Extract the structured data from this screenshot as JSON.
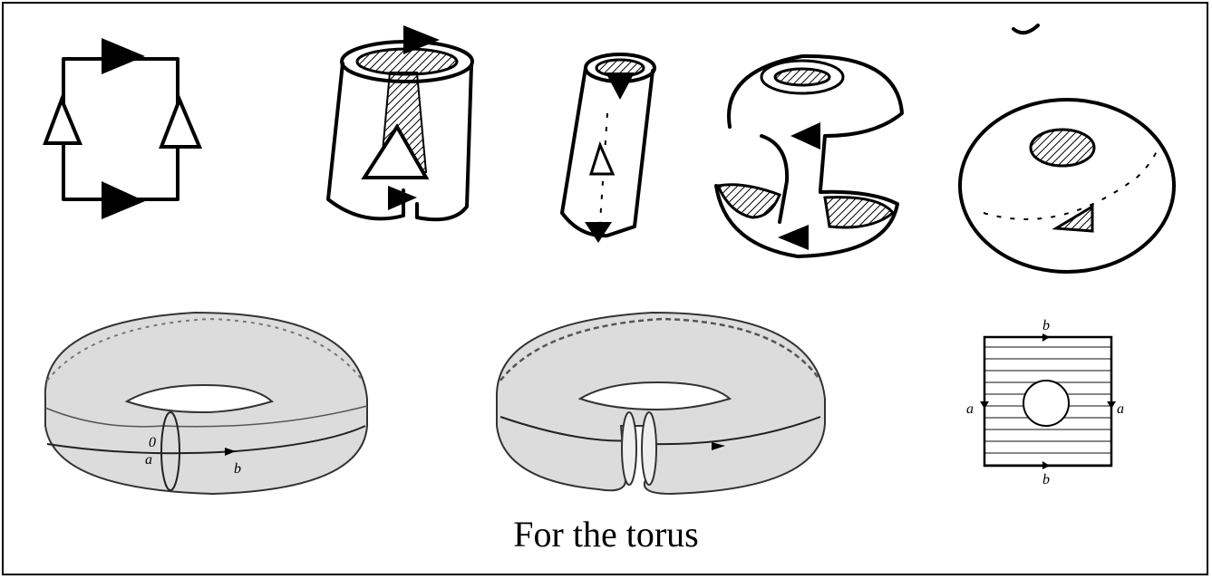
{
  "caption": "For the torus",
  "square_labels": {
    "top": "b",
    "bottom": "b",
    "left": "a",
    "right": "a"
  },
  "torus_labels": {
    "meridian": "a",
    "meridian_top": "0",
    "longitude": "b"
  }
}
